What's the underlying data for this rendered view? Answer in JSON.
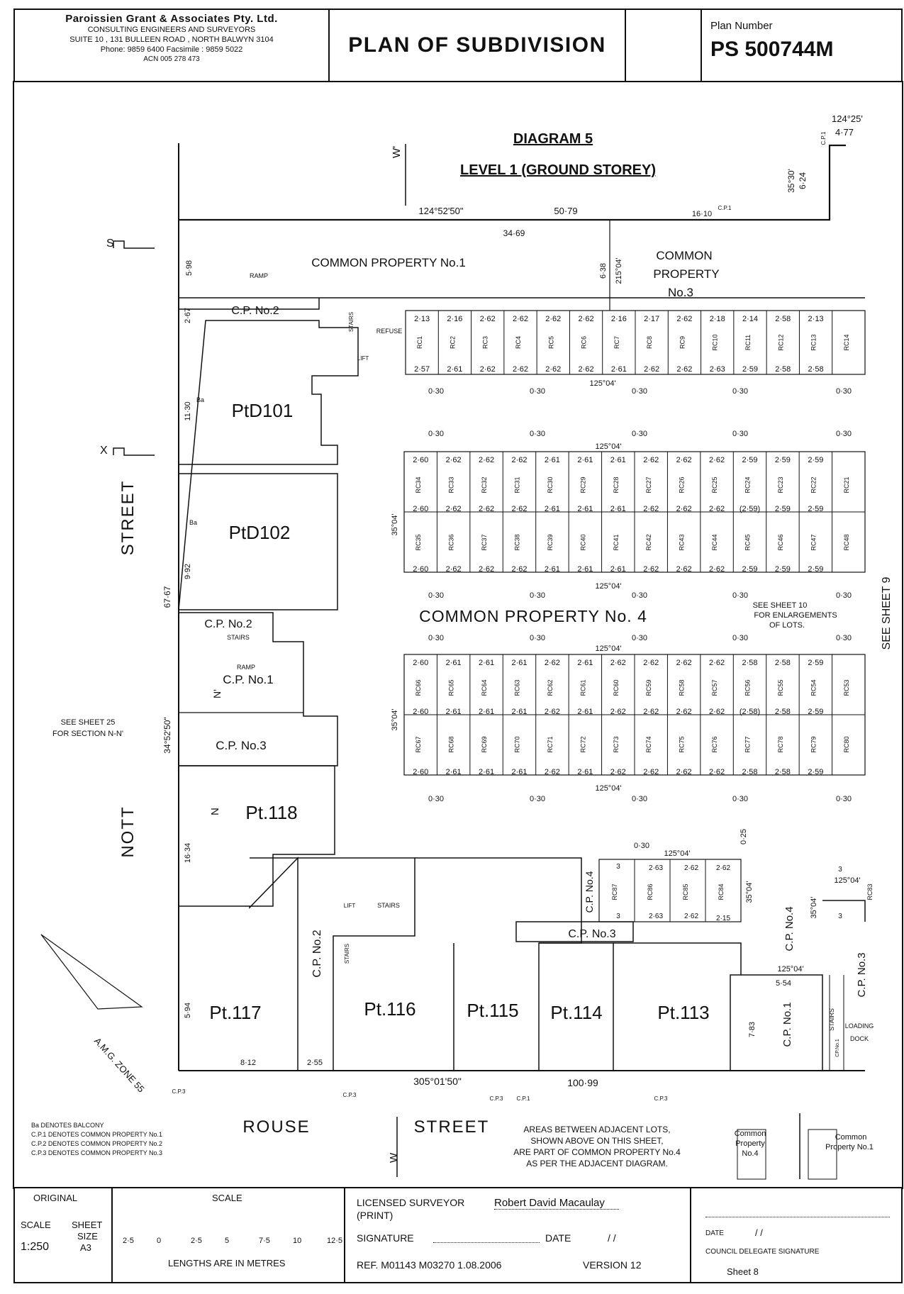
{
  "firm": {
    "name": "Paroissien Grant & Associates Pty. Ltd.",
    "line1": "CONSULTING ENGINEERS AND SURVEYORS",
    "line2": "SUITE 10 , 131 BULLEEN ROAD , NORTH BALWYN 3104",
    "line3": "Phone: 9859 6400 Facsimile : 9859 5022",
    "line4": "ACN 005 278 473"
  },
  "plan": {
    "title": "PLAN OF SUBDIVISION",
    "number_label": "Plan Number",
    "number": "PS 500744M"
  },
  "diagram": {
    "title": "DIAGRAM 5",
    "subtitle": "LEVEL 1 (GROUND STOREY)"
  },
  "streets": {
    "west1": "STREET",
    "west2": "NOTT",
    "south1": "ROUSE",
    "south2": "STREET",
    "east": "SEE SHEET 9"
  },
  "sections": {
    "s": "S",
    "x": "X",
    "w": "W",
    "wp": "W'",
    "n": "N",
    "np": "N'"
  },
  "areas": {
    "cp1": "COMMON PROPERTY No.1",
    "cp3a": "COMMON",
    "cp3b": "PROPERTY",
    "cp3c": "No.3",
    "cp4": "COMMON PROPERTY No. 4",
    "ramp": "RAMP",
    "cpno2": "C.P. No.2",
    "cpno1": "C.P. No.1",
    "cpno3": "C.P. No.3",
    "cpno4": "C.P. No.4",
    "stairs": "STAIRS",
    "lift": "LIFT",
    "refuse": "REFUSE",
    "loading1": "LOADING",
    "loading2": "DOCK",
    "ba": "Ba",
    "cp1s": "C.P.1",
    "cp3s": "C.P.3",
    "cpno1s": "CP.No.1"
  },
  "lots": {
    "d101": "PtD101",
    "d102": "PtD102",
    "p118": "Pt.118",
    "p117": "Pt.117",
    "p116": "Pt.116",
    "p115": "Pt.115",
    "p114": "Pt.114",
    "p113": "Pt.113"
  },
  "dims": {
    "b1": "124°52'50\"",
    "b2": "50·79",
    "b3": "16·10",
    "b4": "34·69",
    "b5": "124°25'",
    "b6": "4·77",
    "b7": "35°30'",
    "b8": "6·24",
    "d598": "5·98",
    "d638": "6·38",
    "b215": "215°04'",
    "d267": "2·67",
    "d1130": "11·30",
    "d992": "9·92",
    "d6767": "67·67",
    "b3452": "34°52'50\"",
    "d1634": "16·34",
    "d594": "5·94",
    "d812": "8·12",
    "d255": "2·55",
    "b305": "305°01'50\"",
    "d10099": "100·99",
    "d783": "7·83",
    "d554": "5·54",
    "b12504": "125°04'",
    "b3504": "35°04'",
    "d030": "0·30",
    "d025": "0·25",
    "d3": "3",
    "d263": "2·63",
    "d262": "2·62",
    "d215": "2·15"
  },
  "rows": {
    "r1": {
      "top": [
        "2·13",
        "2·16",
        "2·62",
        "2·62",
        "2·62",
        "2·62",
        "2·16",
        "2·17",
        "2·62",
        "2·18",
        "2·14",
        "2·58",
        "2·13"
      ],
      "bot": [
        "2·57",
        "2·61",
        "2·62",
        "2·62",
        "2·62",
        "2·62",
        "2·61",
        "2·62",
        "2·62",
        "2·63",
        "2·59",
        "2·58",
        "2·58"
      ],
      "ids": [
        "RC1",
        "RC2",
        "RC3",
        "RC4",
        "RC5",
        "RC6",
        "RC7",
        "RC8",
        "RC9",
        "RC10",
        "RC11",
        "RC12",
        "RC13",
        "RC14"
      ]
    },
    "r2": {
      "top": [
        "2·60",
        "2·62",
        "2·62",
        "2·62",
        "2·61",
        "2·61",
        "2·61",
        "2·62",
        "2·62",
        "2·62",
        "2·59",
        "2·59",
        "2·59"
      ],
      "mid": [
        "2·60",
        "2·62",
        "2·62",
        "2·62",
        "2·61",
        "2·61",
        "2·61",
        "2·62",
        "2·62",
        "2·62",
        "(2·59)",
        "2·59",
        "2·59"
      ],
      "bot": [
        "2·60",
        "2·62",
        "2·62",
        "2·62",
        "2·61",
        "2·61",
        "2·61",
        "2·62",
        "2·62",
        "2·62",
        "2·59",
        "2·59",
        "2·59"
      ],
      "ids1": [
        "RC34",
        "RC33",
        "RC32",
        "RC31",
        "RC30",
        "RC29",
        "RC28",
        "RC27",
        "RC26",
        "RC25",
        "RC24",
        "RC23",
        "RC22",
        "RC21"
      ],
      "ids2": [
        "RC35",
        "RC36",
        "RC37",
        "RC38",
        "RC39",
        "RC40",
        "RC41",
        "RC42",
        "RC43",
        "RC44",
        "RC45",
        "RC46",
        "RC47",
        "RC48"
      ]
    },
    "r3": {
      "top": [
        "2·60",
        "2·61",
        "2·61",
        "2·61",
        "2·62",
        "2·61",
        "2·62",
        "2·62",
        "2·62",
        "2·62",
        "2·58",
        "2·58",
        "2·59"
      ],
      "mid": [
        "2·60",
        "2·61",
        "2·61",
        "2·61",
        "2·62",
        "2·61",
        "2·62",
        "2·62",
        "2·62",
        "2·62",
        "(2·58)",
        "2·58",
        "2·59"
      ],
      "bot": [
        "2·60",
        "2·61",
        "2·61",
        "2·61",
        "2·62",
        "2·61",
        "2·62",
        "2·62",
        "2·62",
        "2·62",
        "2·58",
        "2·58",
        "2·59"
      ],
      "ids1": [
        "RC66",
        "RC65",
        "RC64",
        "RC63",
        "RC62",
        "RC61",
        "RC60",
        "RC59",
        "RC58",
        "RC57",
        "RC56",
        "RC55",
        "RC54",
        "RC53"
      ],
      "ids2": [
        "RC67",
        "RC68",
        "RC69",
        "RC70",
        "RC71",
        "RC72",
        "RC73",
        "RC74",
        "RC75",
        "RC76",
        "RC77",
        "RC78",
        "RC79",
        "RC80"
      ]
    },
    "r4": {
      "ids": [
        "RC87",
        "RC86",
        "RC85",
        "RC84"
      ],
      "ids_r": "RC83"
    }
  },
  "notes": {
    "sheet25a": "SEE SHEET 25",
    "sheet25b": "FOR SECTION N-N'",
    "sheet10a": "SEE SHEET 10",
    "sheet10b": "FOR ENLARGEMENTS",
    "sheet10c": "OF LOTS.",
    "amg": "A.M.G. ZONE 55",
    "leg1": "Ba  DENOTES BALCONY",
    "leg2": "C.P.1  DENOTES COMMON PROPERTY No.1",
    "leg3": "C.P.2  DENOTES COMMON PROPERTY No.2",
    "leg4": "C.P.3  DENOTES COMMON PROPERTY No.3",
    "areas1": "AREAS BETWEEN ADJACENT LOTS,",
    "areas2": "SHOWN ABOVE ON THIS SHEET,",
    "areas3": "ARE PART OF COMMON PROPERTY No.4",
    "areas4": "AS PER  THE ADJACENT DIAGRAM.",
    "ins1": "Common",
    "ins2": "Property",
    "ins3": "No.4",
    "ins4": "Common",
    "ins5": "Property No.1"
  },
  "footer": {
    "original": "ORIGINAL",
    "scale_label": "SCALE",
    "scale_value": "1:250",
    "sheet_size1": "SHEET",
    "sheet_size2": "SIZE",
    "sheet_size3": "A3",
    "scale_bar_title": "SCALE",
    "scale_ticks": [
      "2·5",
      "0",
      "2·5",
      "5",
      "7·5",
      "10",
      "12·5"
    ],
    "lengths": "LENGTHS ARE IN METRES",
    "surveyor_label": "LICENSED SURVEYOR",
    "surveyor_print": "(PRINT)",
    "surveyor_name": "Robert David Macaulay",
    "signature_label": "SIGNATURE",
    "date_label": "DATE",
    "date_slashes": "/      /",
    "ref": "REF.  M01143 M03270 1.08.2006",
    "version": "VERSION  12",
    "council_date": "DATE",
    "council_date_slashes": "/     /",
    "council": "COUNCIL DELEGATE SIGNATURE",
    "sheet": "Sheet  8"
  }
}
